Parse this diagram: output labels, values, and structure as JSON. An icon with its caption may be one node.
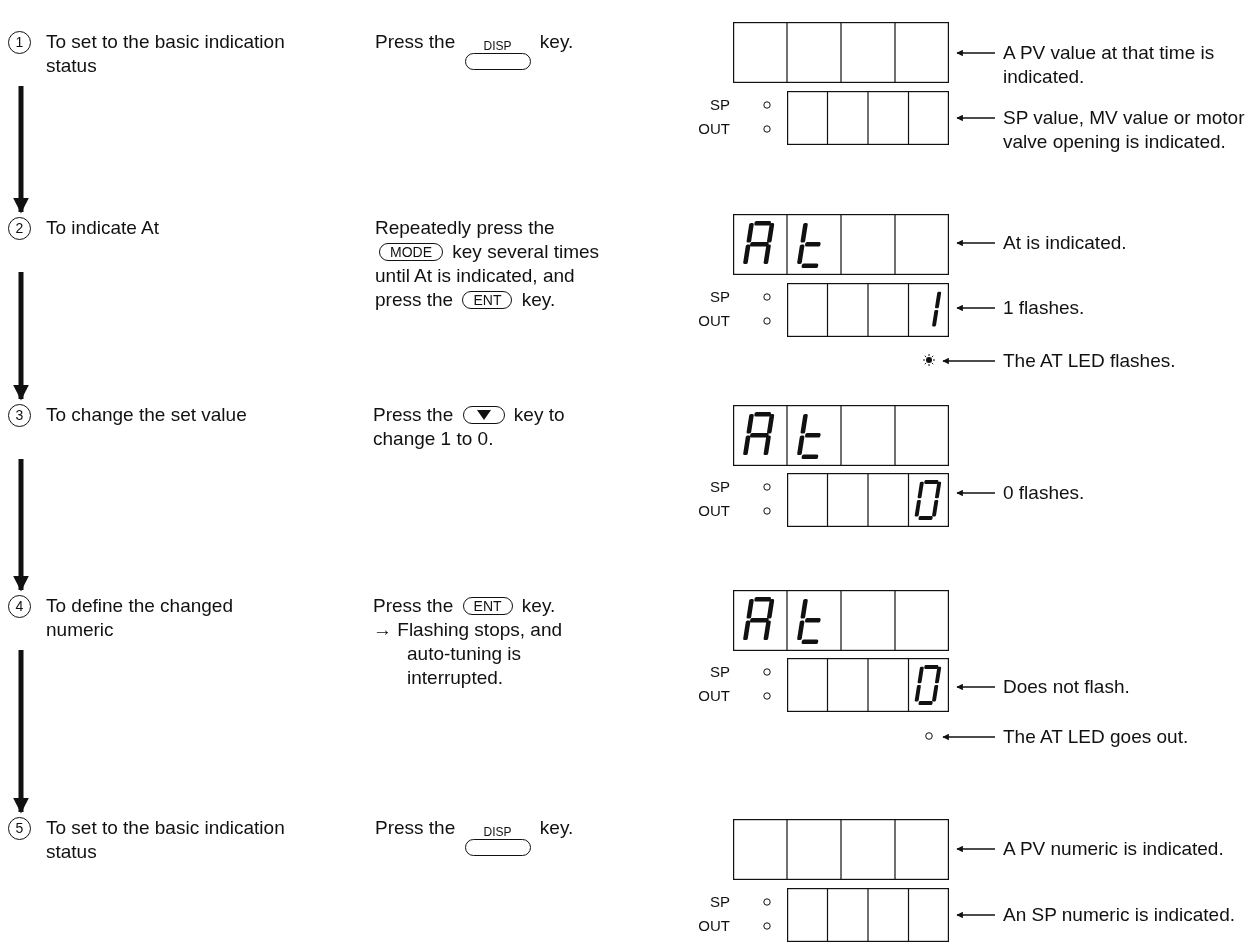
{
  "diagram": {
    "nodes": [
      {
        "text": [
          "1",
          "To set to the basic indication status"
        ]
      },
      {
        "text": [],
        "shape": "box"
      },
      {
        "text": [],
        "shape": "box",
        "beside": [
          "SP",
          "OUT"
        ]
      },
      {
        "text": [
          "A PV value at that time is indicated."
        ]
      },
      {
        "text": [
          "SP value, MV value or motor valve opening is indicated."
        ]
      },
      {
        "text": [
          "2",
          "To indicate At"
        ]
      },
      {
        "text": [],
        "shape": "box"
      },
      {
        "text": [],
        "shape": "box",
        "beside": [
          "SP",
          "OUT"
        ]
      },
      {
        "text": [],
        "shape": "circle"
      },
      {
        "text": [
          "At is indicated."
        ]
      },
      {
        "text": [
          "1 flashes."
        ]
      },
      {
        "text": [
          "The AT LED flashes."
        ]
      },
      {
        "text": [
          "3",
          "To change the set value"
        ]
      },
      {
        "text": [],
        "shape": "box"
      },
      {
        "text": [],
        "shape": "box",
        "beside": [
          "SP",
          "OUT"
        ]
      },
      {
        "text": [
          "0 flashes."
        ]
      },
      {
        "text": [
          "4",
          "To define the changed numeric"
        ]
      },
      {
        "text": [],
        "shape": "box"
      },
      {
        "text": [],
        "shape": "box",
        "beside": [
          "SP",
          "OUT"
        ]
      },
      {
        "text": [],
        "shape": "circle"
      },
      {
        "text": [
          "Does not flash."
        ]
      },
      {
        "text": [
          "The AT LED goes out."
        ]
      },
      {
        "text": [
          "5",
          "To set to the basic indication status"
        ]
      },
      {
        "text": [],
        "shape": "box"
      },
      {
        "text": [],
        "shape": "box",
        "beside": [
          "SP",
          "OUT"
        ]
      },
      {
        "text": [
          "A PV numeric is indicated."
        ]
      },
      {
        "text": [
          "An SP numeric is indicated."
        ]
      }
    ],
    "edges": [
      {
        "from": 0,
        "to": 5,
        "arrow": "to",
        "style": "thick"
      },
      {
        "from": 5,
        "to": 12,
        "arrow": "to",
        "style": "thick"
      },
      {
        "from": 12,
        "to": 16,
        "arrow": "to",
        "style": "thick"
      },
      {
        "from": 16,
        "to": 22,
        "arrow": "to",
        "style": "thick"
      },
      {
        "from": 3,
        "to": 1,
        "arrow": "to"
      },
      {
        "from": 4,
        "to": 2,
        "arrow": "to"
      },
      {
        "from": 9,
        "to": 6,
        "arrow": "to"
      },
      {
        "from": 10,
        "to": 7,
        "arrow": "to"
      },
      {
        "from": 11,
        "to": 8,
        "arrow": "to"
      },
      {
        "from": 15,
        "to": 14,
        "arrow": "to"
      },
      {
        "from": 20,
        "to": 18,
        "arrow": "to"
      },
      {
        "from": 21,
        "to": 19,
        "arrow": "to"
      },
      {
        "from": 25,
        "to": 23,
        "arrow": "to"
      },
      {
        "from": 26,
        "to": 24,
        "arrow": "to"
      }
    ],
    "labels": [
      "Press the",
      "DISP",
      "key.",
      "Repeatedly press the",
      "MODE",
      "key several times until At is indicated, and press the",
      "ENT",
      "key.",
      "Press the",
      "key to change 1 to 0.",
      "Press the",
      "ENT",
      "key.",
      "→ Flashing stops, and auto-tuning is interrupted.",
      "Press the",
      "DISP",
      "key."
    ]
  }
}
